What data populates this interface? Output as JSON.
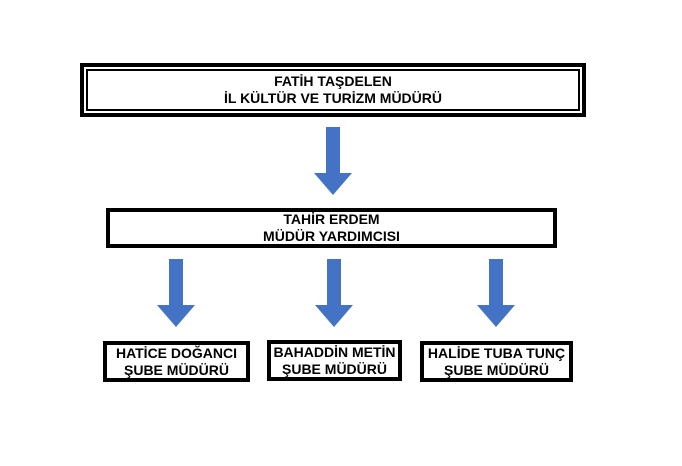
{
  "colors": {
    "arrow": "#4472C4",
    "border": "#000000",
    "background": "#FFFFFF"
  },
  "org_chart": {
    "director": {
      "name": "FATİH TAŞDELEN",
      "title": "İL KÜLTÜR VE TURİZM MÜDÜRÜ"
    },
    "deputy": {
      "name": "TAHİR ERDEM",
      "title": "MÜDÜR YARDIMCISI"
    },
    "branch_managers": [
      {
        "name": "HATİCE DOĞANCI",
        "title": "ŞUBE MÜDÜRÜ"
      },
      {
        "name": "BAHADDİN METİN",
        "title": "ŞUBE MÜDÜRÜ"
      },
      {
        "name": "HALİDE TUBA TUNÇ",
        "title": "ŞUBE MÜDÜRÜ"
      }
    ]
  }
}
